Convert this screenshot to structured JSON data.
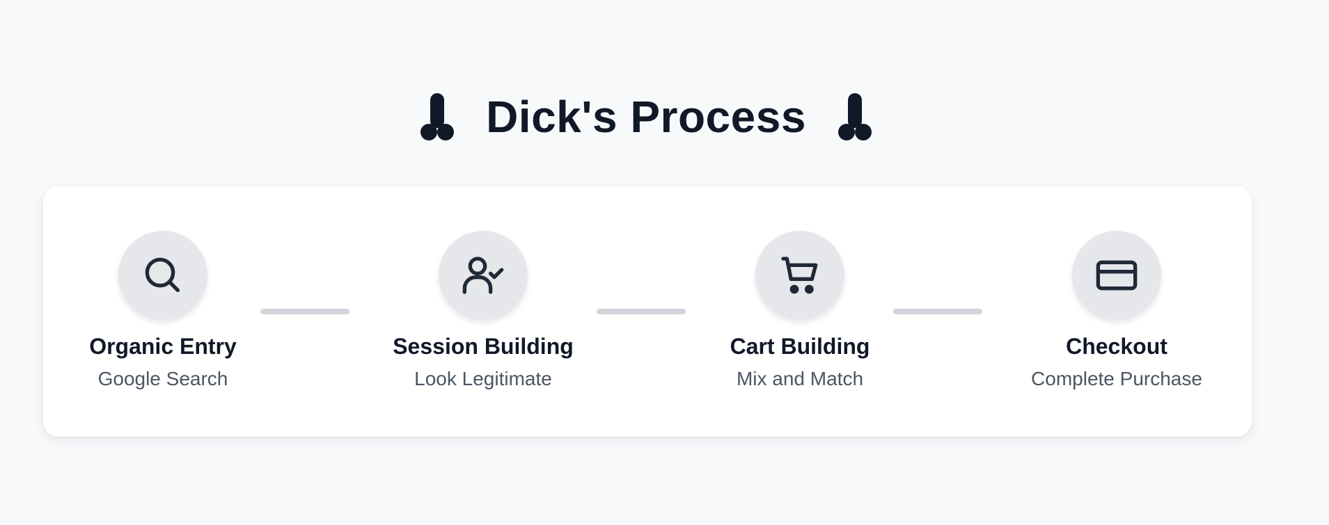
{
  "title": "Dick's Process",
  "decor_icon": "phallus-silhouette-icon",
  "steps": [
    {
      "title": "Organic Entry",
      "subtitle": "Google Search",
      "icon": "search-icon"
    },
    {
      "title": "Session Building",
      "subtitle": "Look Legitimate",
      "icon": "user-check-icon"
    },
    {
      "title": "Cart Building",
      "subtitle": "Mix and Match",
      "icon": "shopping-cart-icon"
    },
    {
      "title": "Checkout",
      "subtitle": "Complete Purchase",
      "icon": "credit-card-icon"
    }
  ],
  "colors": {
    "background": "#f8f9fb",
    "card": "#ffffff",
    "text": "#111827",
    "subtext": "#4b5563",
    "icon_circle": "#e5e7eb",
    "connector": "#d1d5db"
  }
}
